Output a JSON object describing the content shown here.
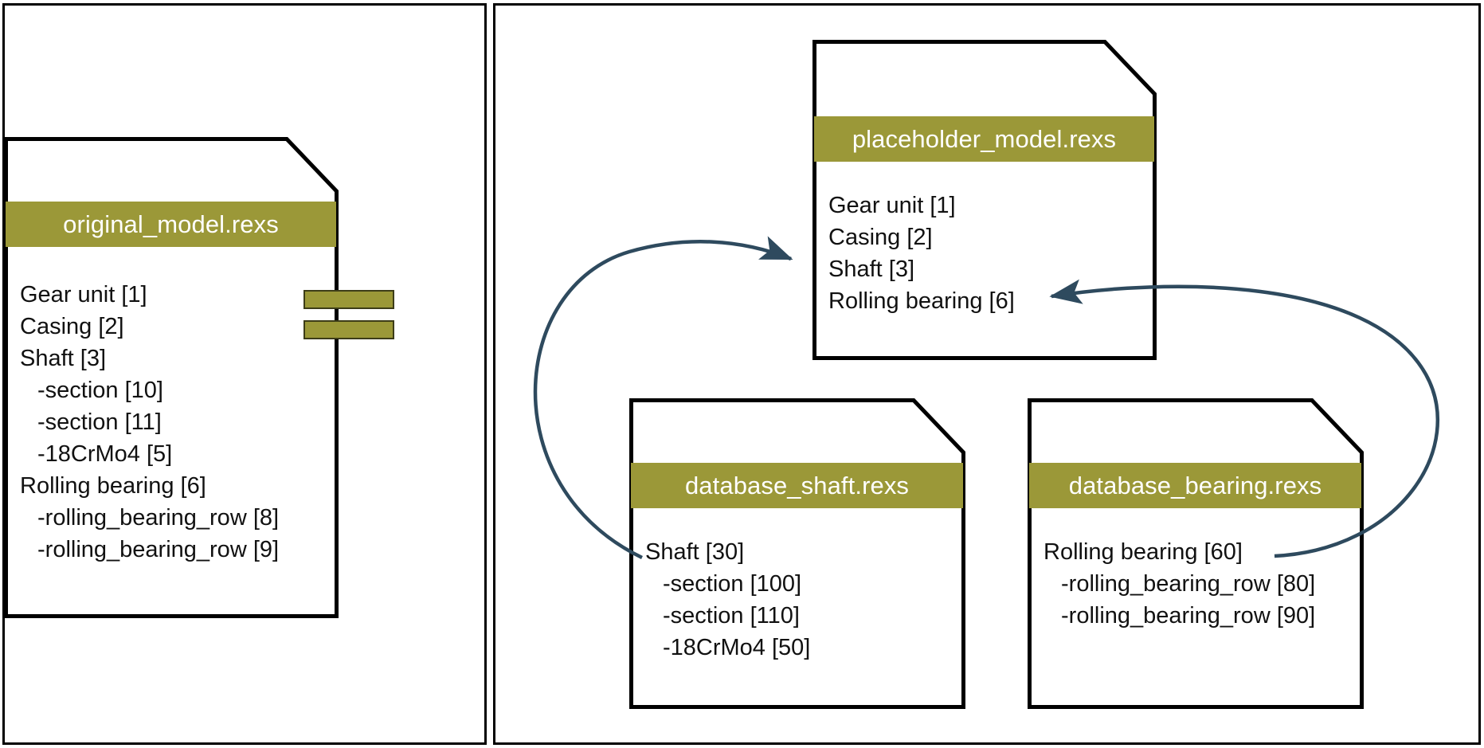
{
  "diagram": {
    "title": "REXS model placeholder replacement diagram",
    "colors": {
      "title_band": "#9b9838",
      "border": "#000000",
      "arrow": "#2e4a5e",
      "text": "#111111",
      "background": "#ffffff"
    }
  },
  "panels": {
    "left": {
      "name": "original-model-panel"
    },
    "right": {
      "name": "placeholder-and-database-panel"
    }
  },
  "equals_sign": {
    "label": "=",
    "bar_count": 2,
    "color": "#9b9838"
  },
  "documents": {
    "original_model": {
      "title": "original_model.rexs",
      "items": [
        {
          "label": "Gear unit [1]",
          "indent": 0
        },
        {
          "label": "Casing [2]",
          "indent": 0
        },
        {
          "label": "Shaft [3]",
          "indent": 0
        },
        {
          "label": "-section [10]",
          "indent": 1
        },
        {
          "label": "-section [11]",
          "indent": 1
        },
        {
          "label": "-18CrMo4 [5]",
          "indent": 1
        },
        {
          "label": "Rolling bearing [6]",
          "indent": 0
        },
        {
          "label": "-rolling_bearing_row [8]",
          "indent": 1
        },
        {
          "label": "-rolling_bearing_row [9]",
          "indent": 1
        }
      ]
    },
    "placeholder_model": {
      "title": "placeholder_model.rexs",
      "items": [
        {
          "label": "Gear unit [1]",
          "indent": 0
        },
        {
          "label": "Casing [2]",
          "indent": 0
        },
        {
          "label": "Shaft [3]",
          "indent": 0
        },
        {
          "label": "Rolling bearing [6]",
          "indent": 0
        }
      ]
    },
    "database_shaft": {
      "title": "database_shaft.rexs",
      "items": [
        {
          "label": "Shaft [30]",
          "indent": 0
        },
        {
          "label": "-section [100]",
          "indent": 1
        },
        {
          "label": "-section [110]",
          "indent": 1
        },
        {
          "label": "-18CrMo4 [50]",
          "indent": 1
        }
      ]
    },
    "database_bearing": {
      "title": "database_bearing.rexs",
      "items": [
        {
          "label": "Rolling bearing [60]",
          "indent": 0
        },
        {
          "label": "-rolling_bearing_row [80]",
          "indent": 1
        },
        {
          "label": "-rolling_bearing_row [90]",
          "indent": 1
        }
      ]
    }
  },
  "arrows": [
    {
      "name": "shaft-to-placeholder-arrow",
      "from": "database_shaft.Shaft [30]",
      "to": "placeholder_model.Shaft [3]",
      "color": "#2e4a5e"
    },
    {
      "name": "bearing-to-placeholder-arrow",
      "from": "database_bearing.Rolling bearing [60]",
      "to": "placeholder_model.Rolling bearing [6]",
      "color": "#2e4a5e"
    }
  ]
}
